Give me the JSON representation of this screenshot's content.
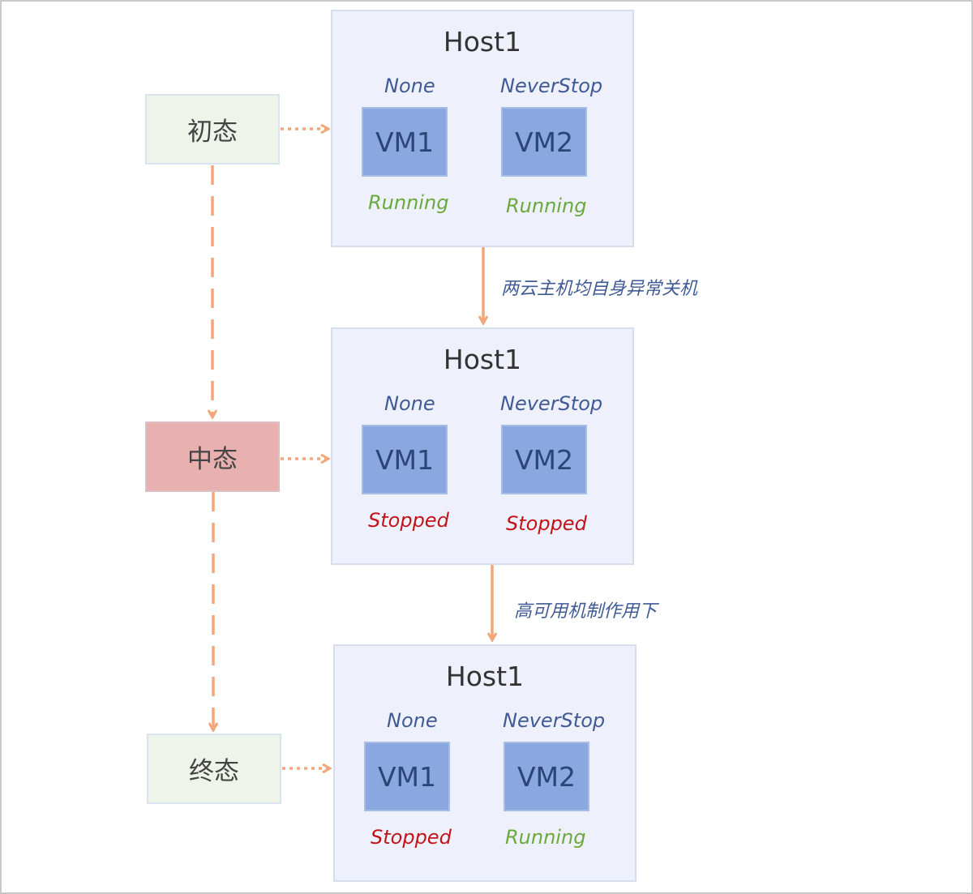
{
  "states": [
    {
      "label": "初态"
    },
    {
      "label": "中态"
    },
    {
      "label": "终态"
    }
  ],
  "hosts": [
    {
      "title": "Host1",
      "vms": [
        {
          "policy": "None",
          "name": "VM1",
          "status": "Running",
          "status_color": "#6aaa3c"
        },
        {
          "policy": "NeverStop",
          "name": "VM2",
          "status": "Running",
          "status_color": "#6aaa3c"
        }
      ]
    },
    {
      "title": "Host1",
      "vms": [
        {
          "policy": "None",
          "name": "VM1",
          "status": "Stopped",
          "status_color": "#c0141a"
        },
        {
          "policy": "NeverStop",
          "name": "VM2",
          "status": "Stopped",
          "status_color": "#c0141a"
        }
      ]
    },
    {
      "title": "Host1",
      "vms": [
        {
          "policy": "None",
          "name": "VM1",
          "status": "Stopped",
          "status_color": "#c0141a"
        },
        {
          "policy": "NeverStop",
          "name": "VM2",
          "status": "Running",
          "status_color": "#6aaa3c"
        }
      ]
    }
  ],
  "transitions": [
    {
      "label": "两云主机均自身异常关机"
    },
    {
      "label": "高可用机制作用下"
    }
  ],
  "colors": {
    "arrow": "#f2a77a",
    "host_bg": "#eef1fb",
    "vm_fill": "#8ba7df",
    "running": "#6aaa3c",
    "stopped": "#c0141a",
    "state_green": "#eef4ea",
    "state_red": "#e9b0b0"
  }
}
